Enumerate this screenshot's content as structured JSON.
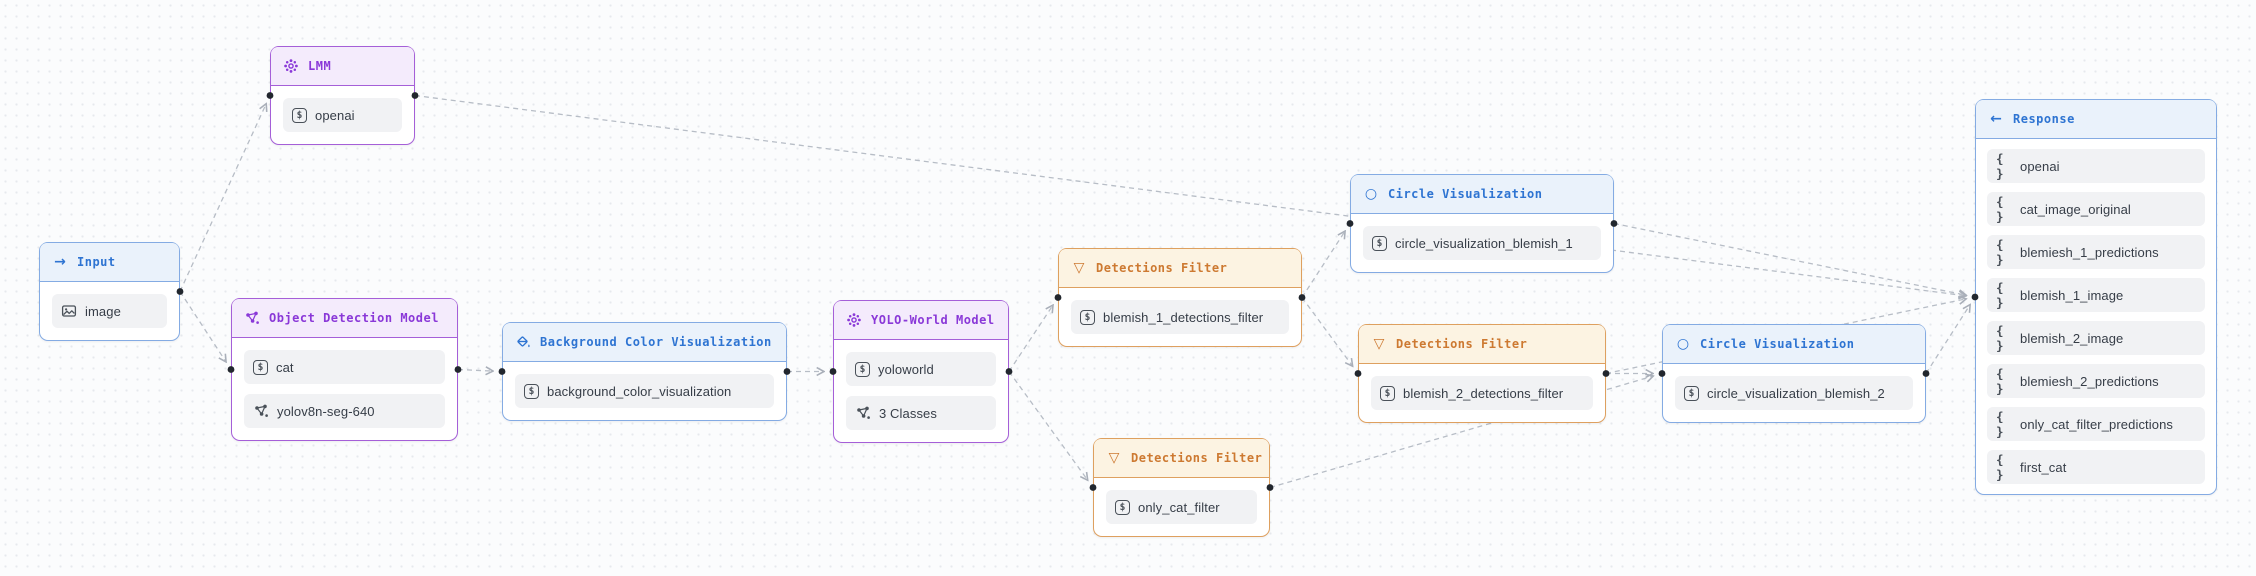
{
  "canvas": {
    "background": "#fbfcfd",
    "edge_color": "#b7bdc6",
    "port_color": "#22272e",
    "accents": {
      "blue": "#2e74d2",
      "purple": "#8a38d8",
      "orange": "#cd7931"
    }
  },
  "icons": {
    "arrow_right": "→",
    "arrow_left": "←",
    "funnel": "▽",
    "circle": "○",
    "dollar": "$",
    "braces": "{ }"
  },
  "nodes": [
    {
      "id": "input",
      "title": "Input",
      "icon": "arrow-right-icon",
      "scheme": "blue",
      "rows": [
        {
          "icon": "image-icon",
          "label": "image"
        }
      ]
    },
    {
      "id": "lmm",
      "title": "LMM",
      "icon": "atom-icon",
      "scheme": "purple",
      "rows": [
        {
          "icon": "value-icon",
          "label": "openai"
        }
      ]
    },
    {
      "id": "odm",
      "title": "Object Detection Model",
      "icon": "model-graph-icon",
      "scheme": "purple",
      "rows": [
        {
          "icon": "value-icon",
          "label": "cat"
        },
        {
          "icon": "model-graph-icon",
          "label": "yolov8n-seg-640"
        }
      ]
    },
    {
      "id": "bcv",
      "title": "Background Color Visualization",
      "icon": "paint-bucket-icon",
      "scheme": "blue",
      "rows": [
        {
          "icon": "value-icon",
          "label": "background_color_visualization"
        }
      ]
    },
    {
      "id": "yolo",
      "title": "YOLO-World Model",
      "icon": "atom-icon",
      "scheme": "purple",
      "rows": [
        {
          "icon": "value-icon",
          "label": "yoloworld"
        },
        {
          "icon": "model-graph-icon",
          "label": "3 Classes"
        }
      ]
    },
    {
      "id": "df1",
      "title": "Detections Filter",
      "icon": "funnel-icon",
      "scheme": "orange",
      "rows": [
        {
          "icon": "value-icon",
          "label": "blemish_1_detections_filter"
        }
      ]
    },
    {
      "id": "cv1",
      "title": "Circle Visualization",
      "icon": "circle-icon",
      "scheme": "blue",
      "rows": [
        {
          "icon": "value-icon",
          "label": "circle_visualization_blemish_1"
        }
      ]
    },
    {
      "id": "df2",
      "title": "Detections Filter",
      "icon": "funnel-icon",
      "scheme": "orange",
      "rows": [
        {
          "icon": "value-icon",
          "label": "blemish_2_detections_filter"
        }
      ]
    },
    {
      "id": "cv2",
      "title": "Circle Visualization",
      "icon": "circle-icon",
      "scheme": "blue",
      "rows": [
        {
          "icon": "value-icon",
          "label": "circle_visualization_blemish_2"
        }
      ]
    },
    {
      "id": "df3",
      "title": "Detections Filter",
      "icon": "funnel-icon",
      "scheme": "orange",
      "rows": [
        {
          "icon": "value-icon",
          "label": "only_cat_filter"
        }
      ]
    },
    {
      "id": "response",
      "title": "Response",
      "icon": "arrow-left-icon",
      "scheme": "blue",
      "rows": [
        {
          "icon": "braces-icon",
          "label": "openai"
        },
        {
          "icon": "braces-icon",
          "label": "cat_image_original"
        },
        {
          "icon": "braces-icon",
          "label": "blemiesh_1_predictions"
        },
        {
          "icon": "braces-icon",
          "label": "blemish_1_image"
        },
        {
          "icon": "braces-icon",
          "label": "blemish_2_image"
        },
        {
          "icon": "braces-icon",
          "label": "blemiesh_2_predictions"
        },
        {
          "icon": "braces-icon",
          "label": "only_cat_filter_predictions"
        },
        {
          "icon": "braces-icon",
          "label": "first_cat"
        }
      ]
    }
  ],
  "edges": [
    {
      "from": "input",
      "to": "lmm"
    },
    {
      "from": "input",
      "to": "odm"
    },
    {
      "from": "lmm",
      "to": "response"
    },
    {
      "from": "odm",
      "to": "bcv"
    },
    {
      "from": "bcv",
      "to": "yolo"
    },
    {
      "from": "yolo",
      "to": "df1"
    },
    {
      "from": "yolo",
      "to": "df3"
    },
    {
      "from": "df1",
      "to": "cv1"
    },
    {
      "from": "df1",
      "to": "df2"
    },
    {
      "from": "df2",
      "to": "cv2"
    },
    {
      "from": "df3",
      "to": "cv2"
    },
    {
      "from": "cv1",
      "to": "response"
    },
    {
      "from": "df2",
      "to": "response"
    },
    {
      "from": "cv2",
      "to": "response"
    }
  ]
}
